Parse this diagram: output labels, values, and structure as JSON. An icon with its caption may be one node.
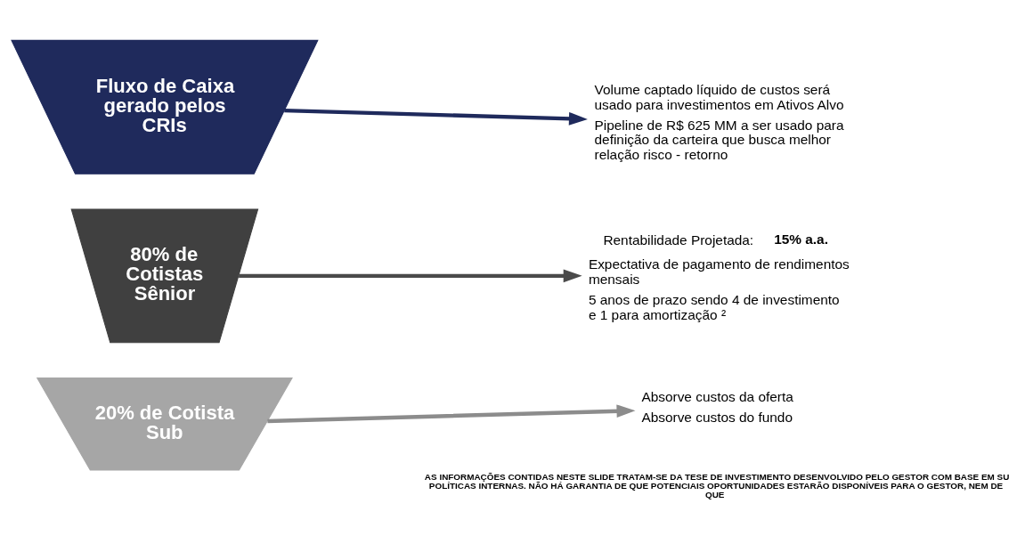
{
  "diagram": {
    "nodes": [
      {
        "text": [
          "Fluxo de Caixa gerado pelos CRIs"
        ]
      },
      {
        "text": [
          "80% de Cotistas Sênior"
        ]
      },
      {
        "text": [
          "20% de Cotista Sub"
        ]
      },
      {
        "text": [
          "Volume captado líquido de custos será usado para investimentos em Ativos Alvo",
          "Pipeline de R$ 625 MM a ser usado para definição da carteira que busca melhor relação risco - retorno"
        ]
      },
      {
        "text": [
          "Rentabilidade Projetada: **15% a.a.**",
          "Expectativa de pagamento de rendimentos mensais",
          "5 anos de prazo sendo 4 de investimento e 1 para amortização ²"
        ]
      },
      {
        "text": [
          "Absorve custos da oferta",
          "Absorve custos do fundo"
        ]
      }
    ],
    "edges": [
      {
        "from": 0,
        "to": 3,
        "arrow": "to",
        "color": "#1f2a5c"
      },
      {
        "from": 1,
        "to": 4,
        "arrow": "to",
        "color": "#4a4a4a"
      },
      {
        "from": 2,
        "to": 5,
        "arrow": "to",
        "color": "#8c8c8c"
      }
    ],
    "labels": [
      "AS INFORMAÇÕES CONTIDAS NESTE SLIDE TRATAM-SE DA TESE DE INVESTIMENTO DESENVOLVIDO PELO GESTOR COM BASE EM SU POLÍTICAS INTERNAS. NÃO HÁ GARANTIA DE QUE POTENCIAIS OPORTUNIDADES ESTARÃO DISPONÍVEIS PARA O GESTOR, NEM DE QUE"
    ]
  }
}
